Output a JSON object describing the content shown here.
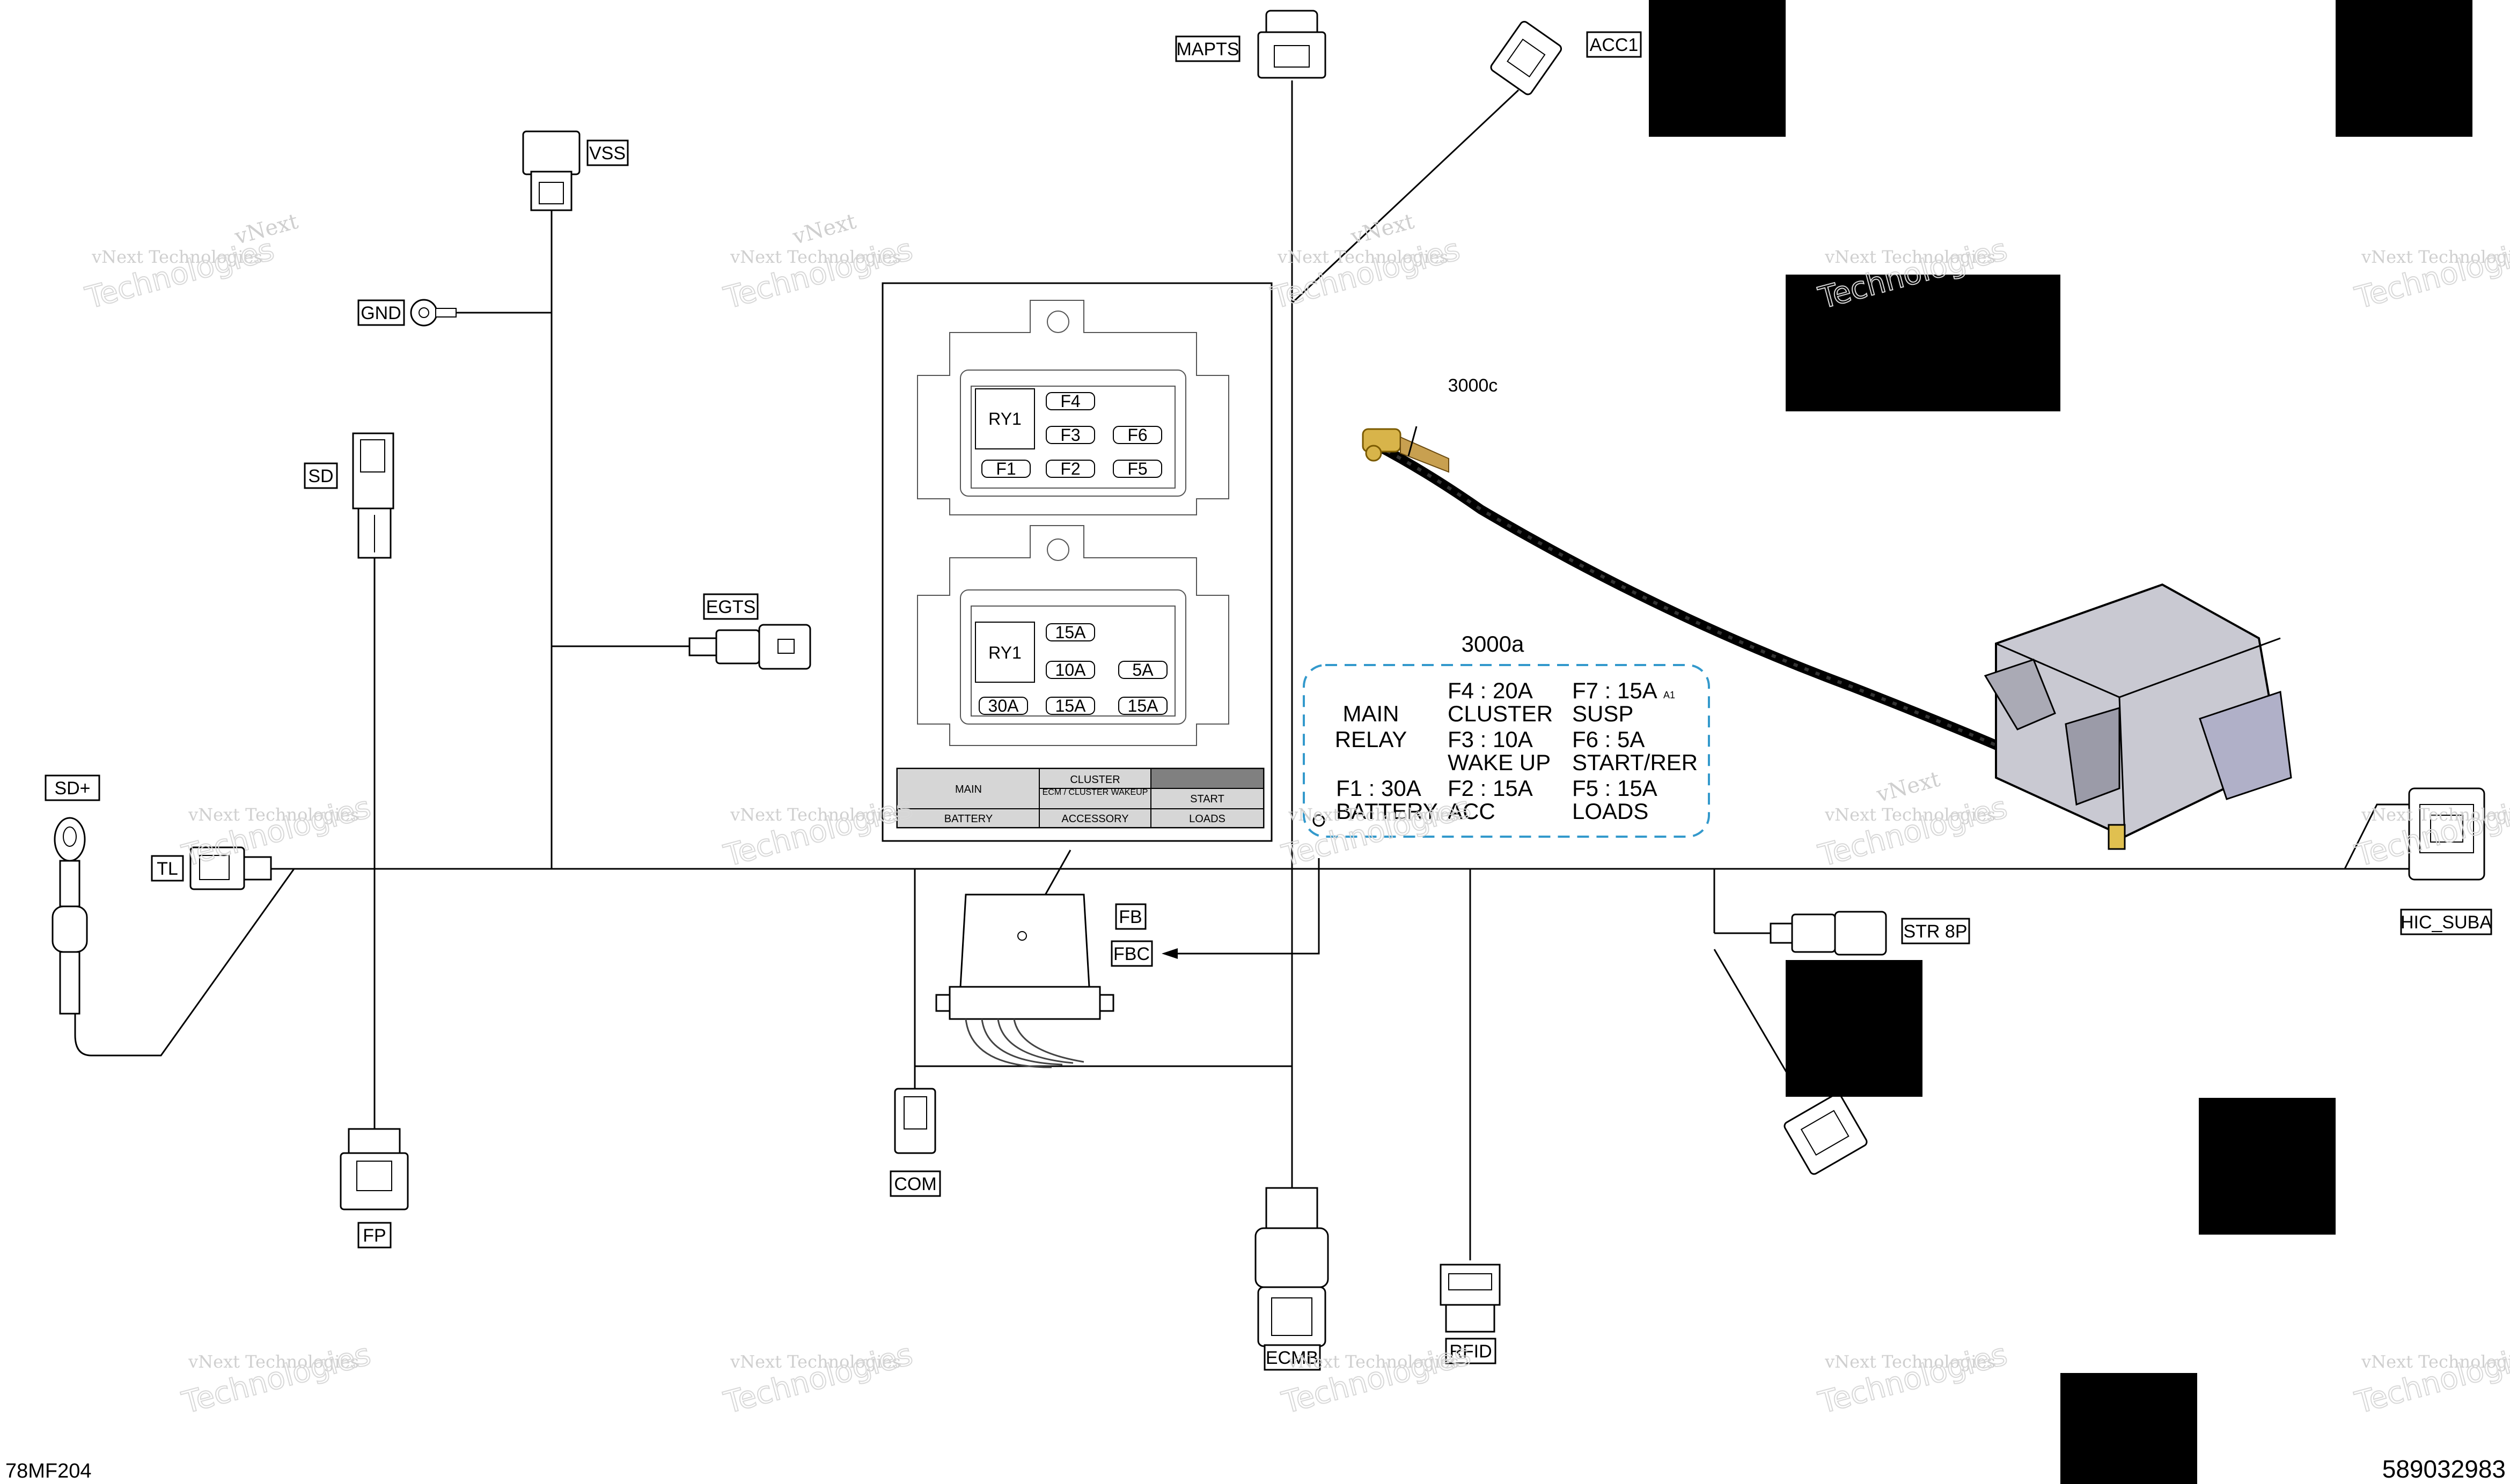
{
  "labels": {
    "mapts": "MAPTS",
    "acc1": "ACC1",
    "vss": "VSS",
    "gnd": "GND",
    "sd": "SD",
    "egts": "EGTS",
    "sd_plus": "SD+",
    "tl": "TL",
    "fp": "FP",
    "com": "COM",
    "fb": "FB",
    "fbc": "FBC",
    "ecmb": "ECMB",
    "rfid": "RFID",
    "str8p": "STR 8P",
    "hic_suba": "HIC_SUBA",
    "p3000c": "3000c",
    "p3000a": "3000a"
  },
  "fuse_box_top": {
    "relay": "RY1",
    "fuses": [
      "F4",
      "F3",
      "F6",
      "F1",
      "F2",
      "F5"
    ]
  },
  "fuse_box_bottom": {
    "relay": "RY1",
    "fuses": [
      "15A",
      "10A",
      "5A",
      "30A",
      "15A",
      "15A"
    ]
  },
  "legend": {
    "main": "MAIN",
    "cluster": "CLUSTER",
    "ecm_wakeup": "ECM / CLUSTER WAKEUP",
    "start": "START",
    "battery": "BATTERY",
    "accessory": "ACCESSORY",
    "loads": "LOADS"
  },
  "inset_3000a": {
    "main_relay_1": "MAIN",
    "main_relay_2": "RELAY",
    "f4": "F4 : 20A",
    "f4_name": "CLUSTER",
    "f3": "F3 : 10A",
    "f3_name": "WAKE UP",
    "f2": "F2 : 15A",
    "f2_name": "ACC",
    "f1": "F1 : 30A",
    "f1_name": "BATTERY",
    "f7": "F7 : 15A",
    "f7_name": "SUSP",
    "f6": "F6 : 5A",
    "f6_name": "START/RER",
    "f5": "F5 : 15A",
    "f5_name": "LOADS",
    "a1": "A1"
  },
  "watermark": {
    "line1": "vNext Technologies",
    "line2": "vNext",
    "line3": "Technologies"
  },
  "footer": {
    "left_code": "78MF204",
    "right_code": "589032983"
  }
}
